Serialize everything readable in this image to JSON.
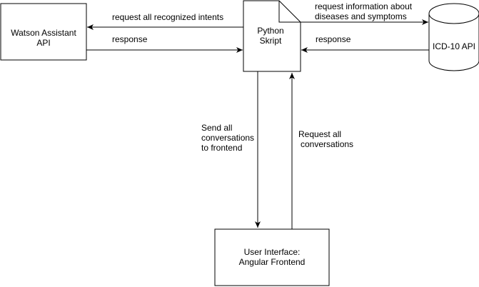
{
  "nodes": {
    "watson": {
      "line1": "Watson Assistant",
      "line2": "API"
    },
    "python": {
      "line1": "Python",
      "line2": "Skript"
    },
    "icd": {
      "label": "ICD-10 API"
    },
    "ui": {
      "line1": "User Interface:",
      "line2": "Angular Frontend"
    }
  },
  "edges": {
    "request_intents": "request all recognized intents",
    "response_watson": "response",
    "request_icd_line1": "request information about",
    "request_icd_line2": "diseases and symptoms",
    "response_icd": "response",
    "send_line1": "Send all",
    "send_line2": "conversations",
    "send_line3": "to frontend",
    "request_conv_line1": "Request all",
    "request_conv_line2": "conversations"
  },
  "colors": {
    "stroke": "#000000",
    "background": "#ffffff"
  }
}
